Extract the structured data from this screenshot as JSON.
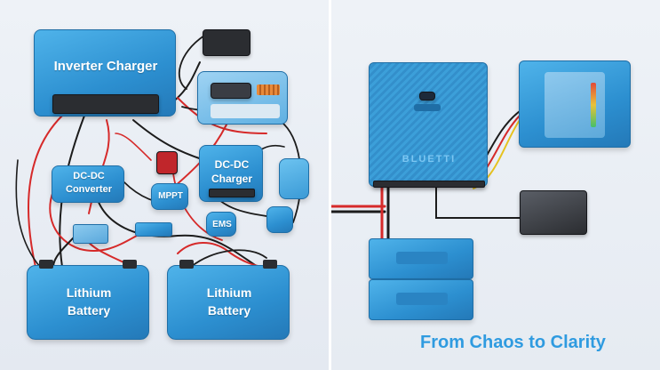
{
  "left": {
    "inverter_label": "Inverter Charger",
    "dcdc_converter_label": [
      "DC-DC",
      "Converter"
    ],
    "dcdc_charger_label": [
      "DC-DC",
      "Charger"
    ],
    "mppt_label": "MPPT",
    "ems_label": "EMS",
    "battery1_label": [
      "Lithium",
      "Battery"
    ],
    "battery2_label": [
      "Lithium",
      "Battery"
    ]
  },
  "right": {
    "brand": "BLUETTI",
    "tagline": "From Chaos to Clarity"
  },
  "colors": {
    "device_blue": "#2c8fd0",
    "tagline_blue": "#2f9be0",
    "wire_red": "#d62a2a",
    "wire_black": "#1c1c1c"
  }
}
